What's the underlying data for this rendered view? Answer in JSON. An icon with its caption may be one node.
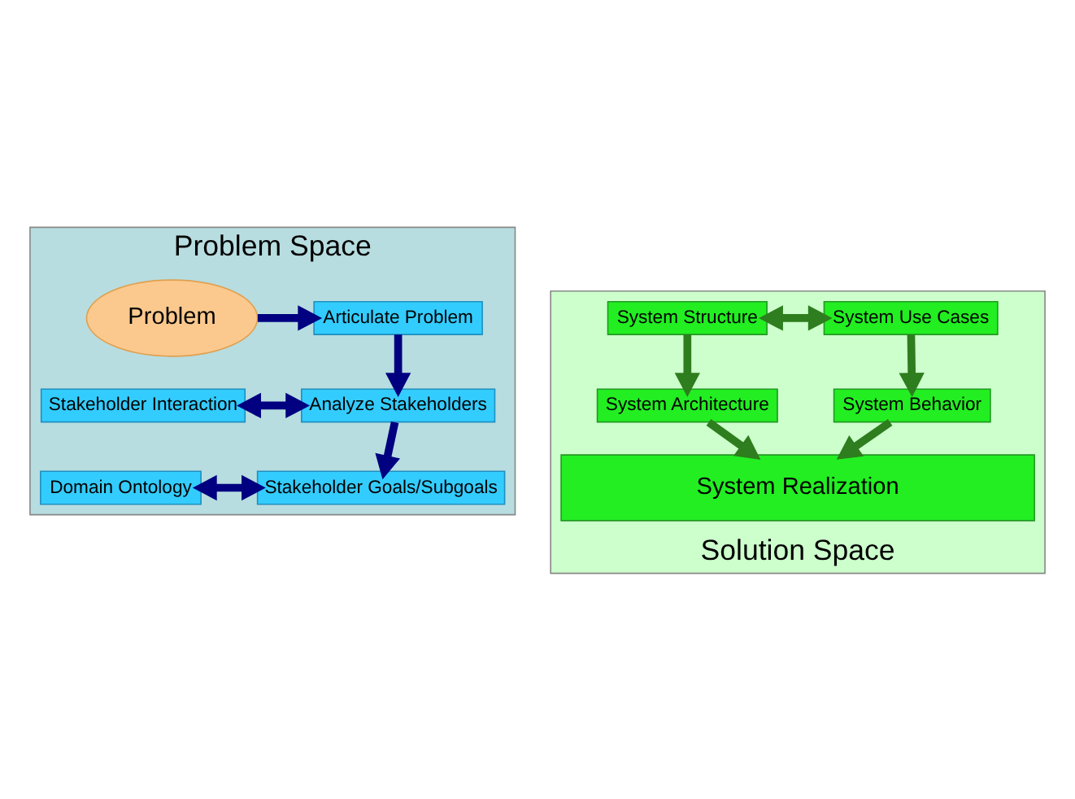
{
  "diagram": {
    "nodes": [
      {
        "text": [
          "Problem Space"
        ]
      },
      {
        "text": [
          "Problem"
        ],
        "in": 0
      },
      {
        "text": [
          "Articulate Problem"
        ],
        "in": 0
      },
      {
        "text": [
          "Stakeholder Interaction"
        ],
        "in": 0
      },
      {
        "text": [
          "Analyze Stakeholders"
        ],
        "in": 0
      },
      {
        "text": [
          "Domain Ontology"
        ],
        "in": 0
      },
      {
        "text": [
          "Stakeholder Goals/Subgoals"
        ],
        "in": 0
      },
      {
        "text": [
          "Solution Space"
        ]
      },
      {
        "text": [
          "System Structure"
        ],
        "in": 7
      },
      {
        "text": [
          "System Use Cases"
        ],
        "in": 7
      },
      {
        "text": [
          "System Architecture"
        ],
        "in": 7
      },
      {
        "text": [
          "System Behavior"
        ],
        "in": 7
      },
      {
        "text": [
          "System Realization"
        ],
        "in": 7
      }
    ],
    "edges": [
      {
        "from": 1,
        "to": 2,
        "arrow": "to"
      },
      {
        "from": 2,
        "to": 4,
        "arrow": "to"
      },
      {
        "from": 3,
        "to": 4,
        "arrow": "both"
      },
      {
        "from": 4,
        "to": 6,
        "arrow": "to"
      },
      {
        "from": 5,
        "to": 6,
        "arrow": "both"
      },
      {
        "from": 8,
        "to": 9,
        "arrow": "both",
        "color": "#2e7d1e"
      },
      {
        "from": 8,
        "to": 10,
        "arrow": "to",
        "color": "#2e7d1e"
      },
      {
        "from": 9,
        "to": 11,
        "arrow": "to",
        "color": "#2e7d1e"
      },
      {
        "from": 10,
        "to": 12,
        "arrow": "to",
        "color": "#2e7d1e"
      },
      {
        "from": 11,
        "to": 12,
        "arrow": "to",
        "color": "#2e7d1e"
      }
    ]
  }
}
